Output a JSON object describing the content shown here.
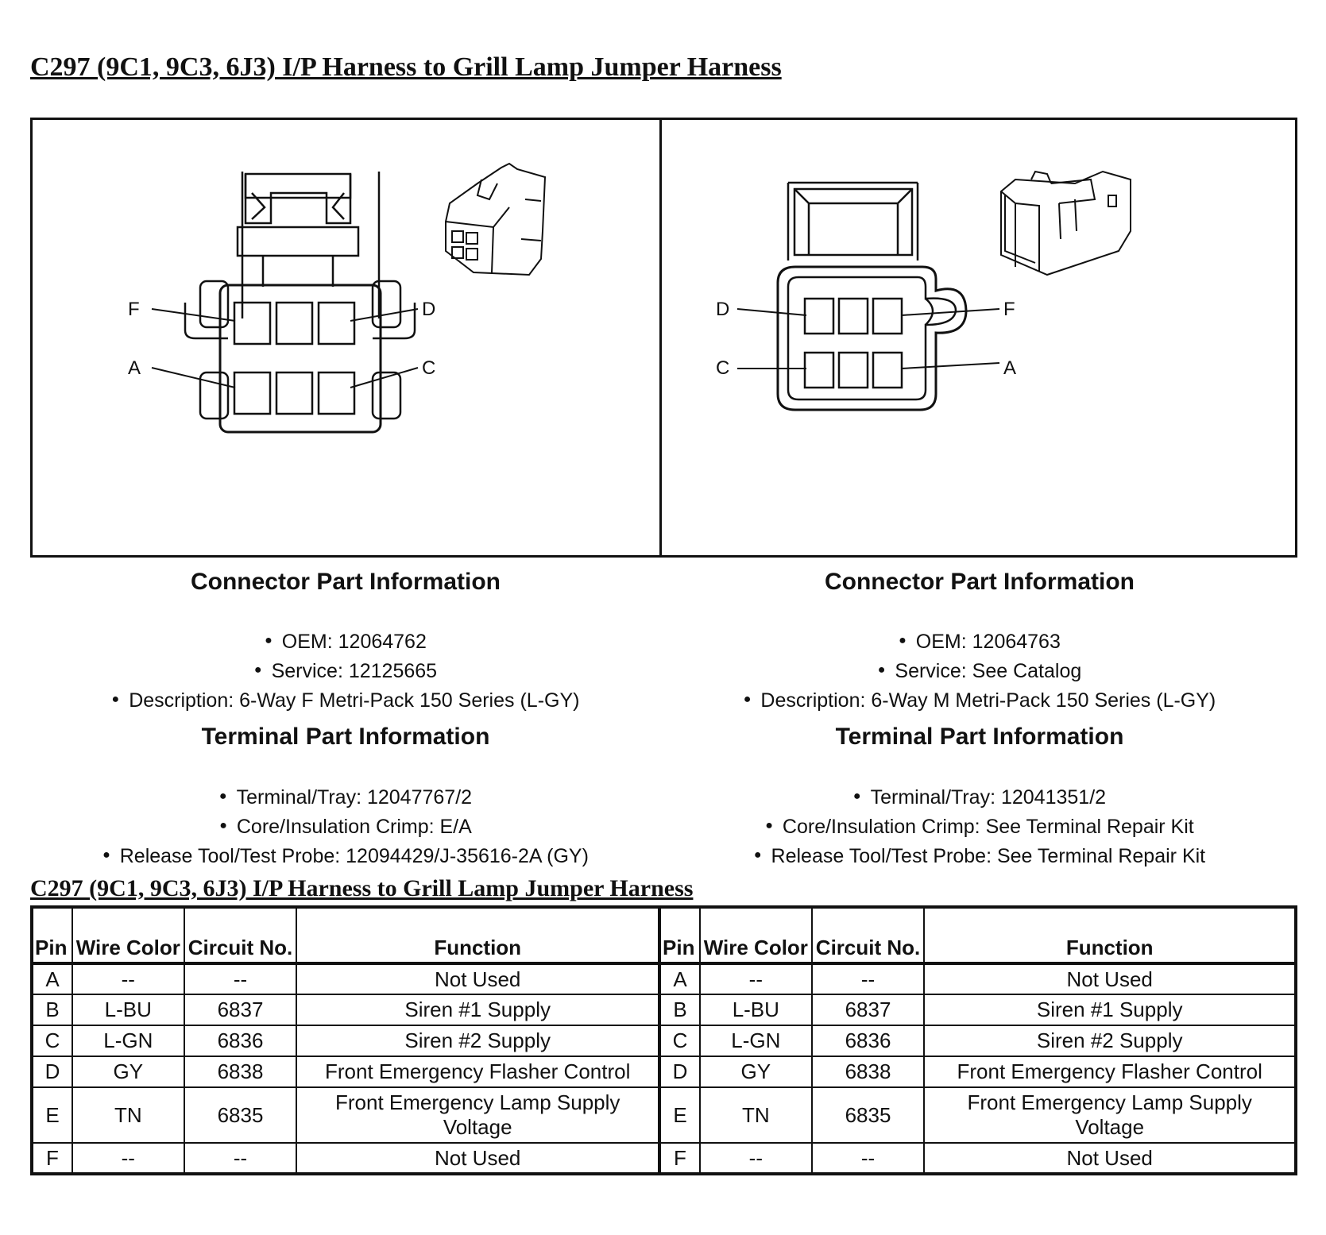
{
  "title": "C297 (9C1, 9C3, 6J3) I/P Harness to Grill Lamp Jumper Harness",
  "table_title": "C297 (9C1, 9C3, 6J3) I/P Harness to Grill Lamp Jumper Harness",
  "diagram": {
    "left_pins": {
      "F": "F",
      "D": "D",
      "A": "A",
      "C": "C"
    },
    "right_pins": {
      "D": "D",
      "F": "F",
      "C": "C",
      "A": "A"
    }
  },
  "left": {
    "connector_heading": "Connector Part Information",
    "oem": "OEM: 12064762",
    "service": "Service: 12125665",
    "description": "Description: 6-Way F Metri-Pack 150 Series (L-GY)",
    "terminal_heading": "Terminal Part Information",
    "terminal_tray": "Terminal/Tray: 12047767/2",
    "crimp": "Core/Insulation Crimp: E/A",
    "release_tool": "Release Tool/Test Probe: 12094429/J-35616-2A (GY)"
  },
  "right": {
    "connector_heading": "Connector Part Information",
    "oem": "OEM: 12064763",
    "service": "Service: See Catalog",
    "description": "Description: 6-Way M Metri-Pack 150 Series (L-GY)",
    "terminal_heading": "Terminal Part Information",
    "terminal_tray": "Terminal/Tray: 12041351/2",
    "crimp": "Core/Insulation Crimp: See Terminal Repair Kit",
    "release_tool": "Release Tool/Test Probe: See Terminal Repair Kit"
  },
  "bullet": "●",
  "table": {
    "headers": {
      "pin": "Pin",
      "wire_color": "Wire Color",
      "circuit": "Circuit No.",
      "function": "Function"
    },
    "rows": [
      {
        "pin": "A",
        "wire_color": "--",
        "circuit": "--",
        "function": "Not Used"
      },
      {
        "pin": "B",
        "wire_color": "L-BU",
        "circuit": "6837",
        "function": "Siren #1 Supply"
      },
      {
        "pin": "C",
        "wire_color": "L-GN",
        "circuit": "6836",
        "function": "Siren #2 Supply"
      },
      {
        "pin": "D",
        "wire_color": "GY",
        "circuit": "6838",
        "function": "Front Emergency Flasher Control"
      },
      {
        "pin": "E",
        "wire_color": "TN",
        "circuit": "6835",
        "function": "Front Emergency Lamp Supply Voltage"
      },
      {
        "pin": "F",
        "wire_color": "--",
        "circuit": "--",
        "function": "Not Used"
      }
    ]
  }
}
